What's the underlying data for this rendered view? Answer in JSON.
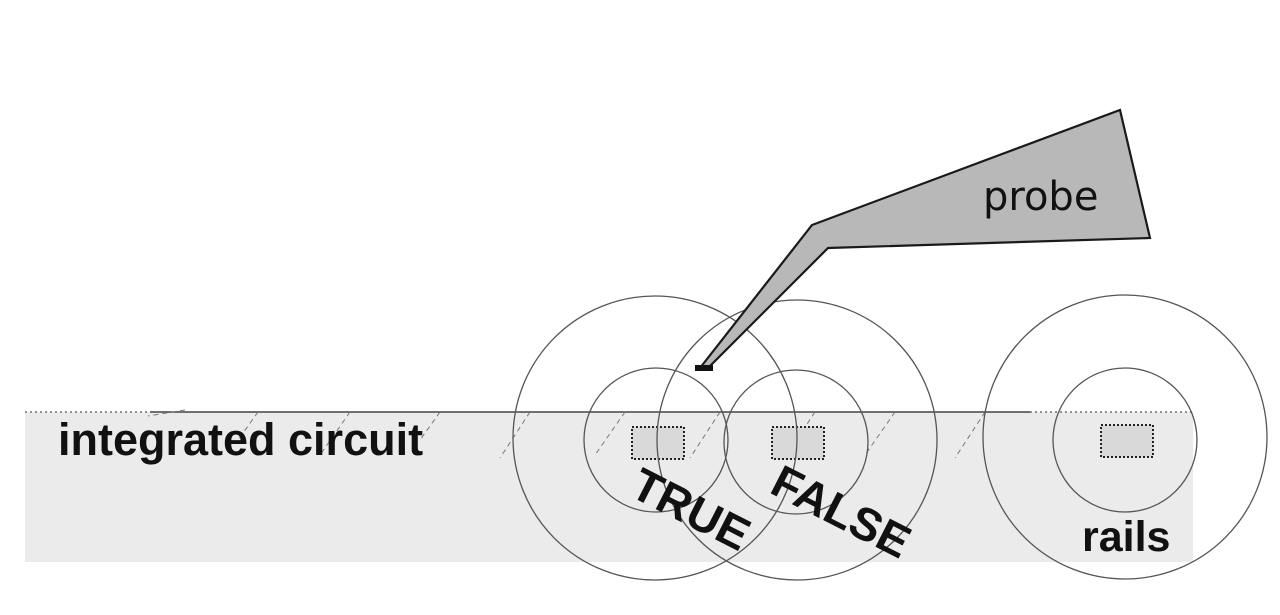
{
  "labels": {
    "probe": "probe",
    "circuit": "integrated circuit",
    "true_label": "TRUE",
    "false_label": "FALSE",
    "rails": "rails"
  },
  "colors": {
    "background": "#ffffff",
    "chip_fill": "#ebebeb",
    "probe_fill": "#b8b8b8",
    "stroke": "#333333",
    "text": "#111111"
  },
  "icons": {
    "probe": "probe-tip-shape",
    "contacts": "dotted-square-pad"
  }
}
